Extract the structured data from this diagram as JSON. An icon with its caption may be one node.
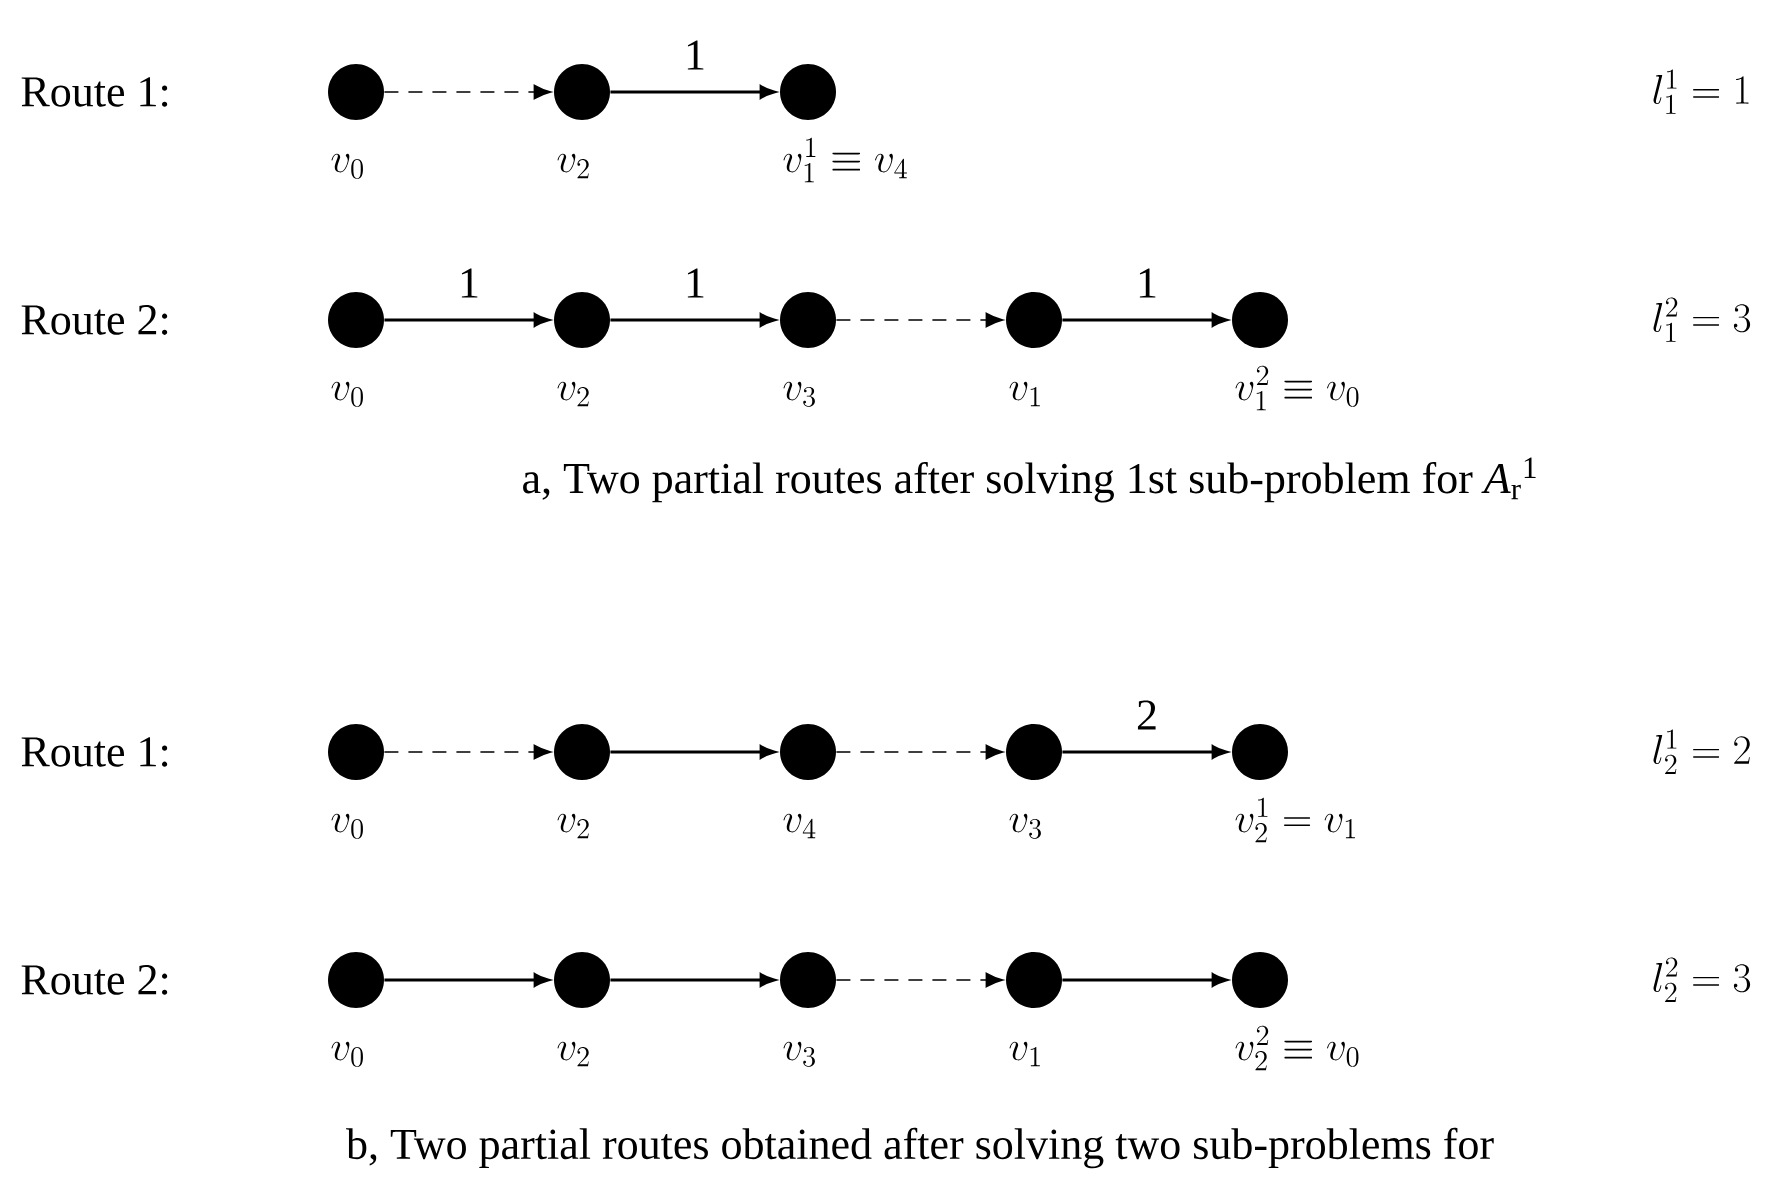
{
  "diagram": {
    "nodes": [
      {
        "text": [],
        "shape": "circle",
        "beside": [
          "v_0"
        ]
      },
      {
        "text": [],
        "shape": "circle",
        "beside": [
          "v_2"
        ]
      },
      {
        "text": [],
        "shape": "circle",
        "beside": [
          "v_1^1 \\equiv v_4"
        ]
      },
      {
        "text": [],
        "shape": "circle",
        "beside": [
          "v_0"
        ]
      },
      {
        "text": [],
        "shape": "circle",
        "beside": [
          "v_2"
        ]
      },
      {
        "text": [],
        "shape": "circle",
        "beside": [
          "v_3"
        ]
      },
      {
        "text": [],
        "shape": "circle",
        "beside": [
          "v_1"
        ]
      },
      {
        "text": [],
        "shape": "circle",
        "beside": [
          "v_1^2 \\equiv v_0"
        ]
      },
      {
        "text": [],
        "shape": "circle",
        "beside": [
          "v_0"
        ]
      },
      {
        "text": [],
        "shape": "circle",
        "beside": [
          "v_2"
        ]
      },
      {
        "text": [],
        "shape": "circle",
        "beside": [
          "v_4"
        ]
      },
      {
        "text": [],
        "shape": "circle",
        "beside": [
          "v_3"
        ]
      },
      {
        "text": [],
        "shape": "circle",
        "beside": [
          "v_2^1 = v_1"
        ]
      },
      {
        "text": [],
        "shape": "circle",
        "beside": [
          "v_0"
        ]
      },
      {
        "text": [],
        "shape": "circle",
        "beside": [
          "v_2"
        ]
      },
      {
        "text": [],
        "shape": "circle",
        "beside": [
          "v_3"
        ]
      },
      {
        "text": [],
        "shape": "circle",
        "beside": [
          "v_1"
        ]
      },
      {
        "text": [],
        "shape": "circle",
        "beside": [
          "v_2^2 \\equiv v_0"
        ]
      }
    ],
    "edges": [
      {
        "from": 0,
        "to": 1,
        "arrow": "to",
        "style": "dashed"
      },
      {
        "from": 1,
        "to": 2,
        "arrow": "to",
        "label": "1"
      },
      {
        "from": 3,
        "to": 4,
        "arrow": "to",
        "label": "1"
      },
      {
        "from": 4,
        "to": 5,
        "arrow": "to",
        "label": "1"
      },
      {
        "from": 5,
        "to": 6,
        "arrow": "to",
        "style": "dashed"
      },
      {
        "from": 6,
        "to": 7,
        "arrow": "to",
        "label": "1"
      },
      {
        "from": 8,
        "to": 9,
        "arrow": "to",
        "style": "dashed"
      },
      {
        "from": 9,
        "to": 10,
        "arrow": "to"
      },
      {
        "from": 10,
        "to": 11,
        "arrow": "to",
        "style": "dashed"
      },
      {
        "from": 11,
        "to": 12,
        "arrow": "to",
        "label": "2"
      },
      {
        "from": 13,
        "to": 14,
        "arrow": "to"
      },
      {
        "from": 14,
        "to": 15,
        "arrow": "to"
      },
      {
        "from": 15,
        "to": 16,
        "arrow": "to",
        "style": "dashed"
      },
      {
        "from": 16,
        "to": 17,
        "arrow": "to"
      }
    ],
    "labels": [
      "Route 1:",
      "l_1^1 = 1",
      "Route 2:",
      "l_1^2 = 3",
      "a, Two partial routes after solving 1st sub-problem for *A*$_{r}$$^{1}$",
      "Route 1:",
      "l_2^1 = 2",
      "Route 2:",
      "l_2^2 = 3",
      "b, Two partial routes obtained after solving two sub-problems for"
    ]
  }
}
